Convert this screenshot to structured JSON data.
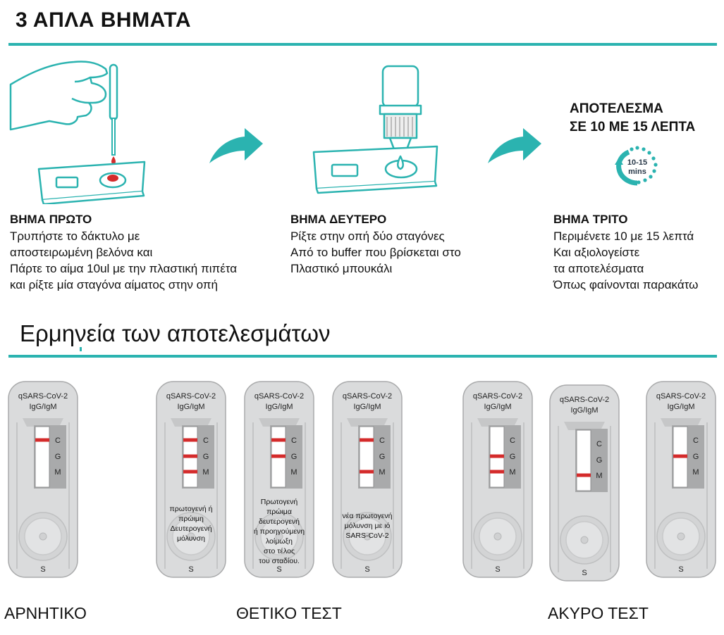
{
  "page_title": "3 ΑΠΛΑ ΒΗΜΑΤΑ",
  "colors": {
    "teal": "#2bb3b0",
    "red_line": "#d42b2b",
    "cassette_gray": "#dadbdc"
  },
  "steps": [
    {
      "title": "ΒΗΜΑ ΠΡΩΤΟ",
      "lines": [
        "Τρυπήστε το δάκτυλο με",
        "αποστειρωμένη βελόνα και",
        "Πάρτε το αίμα 10ul με την πλαστική πιπέτα",
        "και ρίξτε μία σταγόνα αίματος στην οπή"
      ]
    },
    {
      "title": "ΒΗΜΑ ΔΕΥΤΕΡΟ",
      "lines": [
        "Ρίξτε στην οπή δύο σταγόνες",
        "Από το buffer που  βρίσκεται στο",
        "Πλαστικό μπουκάλι"
      ]
    },
    {
      "title": "ΒΗΜΑ ΤΡΙΤΟ",
      "lines": [
        "Περιμένετε 10 με 15 λεπτά",
        "Και αξιολογείστε",
        "τα αποτελέσματα",
        "Όπως φαίνονται παρακάτω"
      ]
    }
  ],
  "result_header": {
    "line1": "ΑΠΟΤΕΛΕΣΜΑ",
    "line2": "ΣΕ 10 ΜΕ 15 ΛΕΠΤΑ"
  },
  "timer": {
    "range": "10-15",
    "unit": "mins"
  },
  "interpretation_title": "Ερμηνεία των αποτελεσμάτων",
  "cassette_labels": {
    "line1": "qSARS-CoV-2",
    "line2": "IgG/IgM",
    "c": "C",
    "g": "G",
    "m": "M",
    "s": "S"
  },
  "cassettes": [
    {
      "lines": [
        "C"
      ],
      "note": []
    },
    {
      "lines": [
        "C",
        "G",
        "M"
      ],
      "note": [
        "πρωτογενή ή",
        "πρώιμη",
        "Δευτερογενή",
        "μόλυνση"
      ]
    },
    {
      "lines": [
        "C",
        "G"
      ],
      "note": [
        "Πρωτογενή",
        "πρώιμα",
        "δευτερογενή",
        " ή προηγούμενη",
        "λοίμωξη",
        " στο τέλος",
        "του σταδίου."
      ]
    },
    {
      "lines": [
        "C",
        "M"
      ],
      "note": [
        "νέα πρωτογενή",
        "μόλυνση με ιό",
        "SARS-CoV-2"
      ]
    },
    {
      "lines": [
        "G",
        "M"
      ],
      "note": []
    },
    {
      "lines": [
        "M"
      ],
      "note": []
    },
    {
      "lines": [
        "G"
      ],
      "note": []
    }
  ],
  "categories": {
    "negative": "ΑΡΝΗΤΙΚΟ",
    "positive": "ΘΕΤΙΚΟ  ΤΕΣΤ",
    "invalid": "ΑΚΥΡΟ ΤΕΣΤ"
  }
}
